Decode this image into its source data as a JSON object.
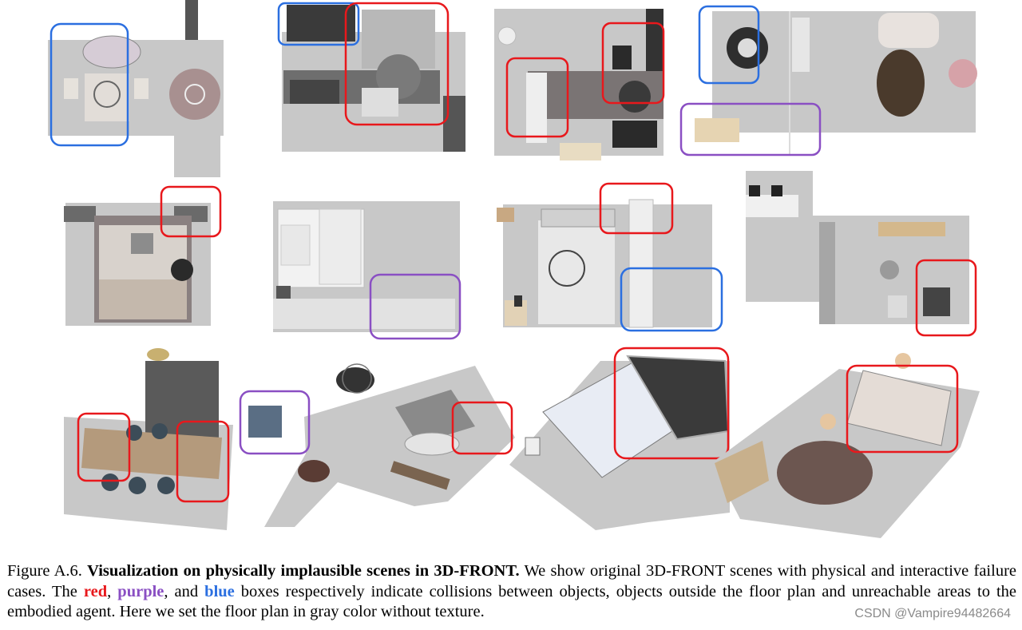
{
  "figure": {
    "label": "Figure A.6.",
    "title": "Visualization on physically implausible scenes in 3D-FRONT.",
    "text_1": "We show original 3D-FRONT scenes with physical and interactive failure cases. The",
    "kw_red": "red",
    "sep_1": ",",
    "kw_purple": "purple",
    "sep_2": ", and",
    "kw_blue": "blue",
    "text_2": "boxes respectively indicate collisions between objects, objects outside the floor plan and unreachable areas to the embodied agent. Here we set the floor plan in gray color without texture."
  },
  "legend_colors": {
    "red": "#e8181c",
    "purple": "#8a4fc3",
    "blue": "#2b6fe0",
    "floor": "#c8c8c8"
  },
  "scenes": [
    {
      "row": 1,
      "col": 1,
      "view": "top-down",
      "boxes": [
        "blue"
      ]
    },
    {
      "row": 1,
      "col": 2,
      "view": "top-down",
      "boxes": [
        "blue",
        "red"
      ]
    },
    {
      "row": 1,
      "col": 3,
      "view": "top-down",
      "boxes": [
        "red",
        "red"
      ]
    },
    {
      "row": 1,
      "col": 4,
      "view": "top-down",
      "boxes": [
        "blue",
        "purple"
      ]
    },
    {
      "row": 2,
      "col": 1,
      "view": "top-down",
      "boxes": [
        "red"
      ]
    },
    {
      "row": 2,
      "col": 2,
      "view": "top-down",
      "boxes": [
        "purple"
      ]
    },
    {
      "row": 2,
      "col": 3,
      "view": "top-down",
      "boxes": [
        "red",
        "blue"
      ]
    },
    {
      "row": 2,
      "col": 4,
      "view": "top-down",
      "boxes": [
        "red"
      ]
    },
    {
      "row": 3,
      "col": 1,
      "view": "perspective",
      "boxes": [
        "red",
        "red"
      ]
    },
    {
      "row": 3,
      "col": 2,
      "view": "perspective",
      "boxes": [
        "purple",
        "red"
      ]
    },
    {
      "row": 3,
      "col": 3,
      "view": "perspective",
      "boxes": [
        "red"
      ]
    },
    {
      "row": 3,
      "col": 4,
      "view": "perspective",
      "boxes": [
        "red"
      ]
    }
  ],
  "watermark": "CSDN @Vampire94482664"
}
